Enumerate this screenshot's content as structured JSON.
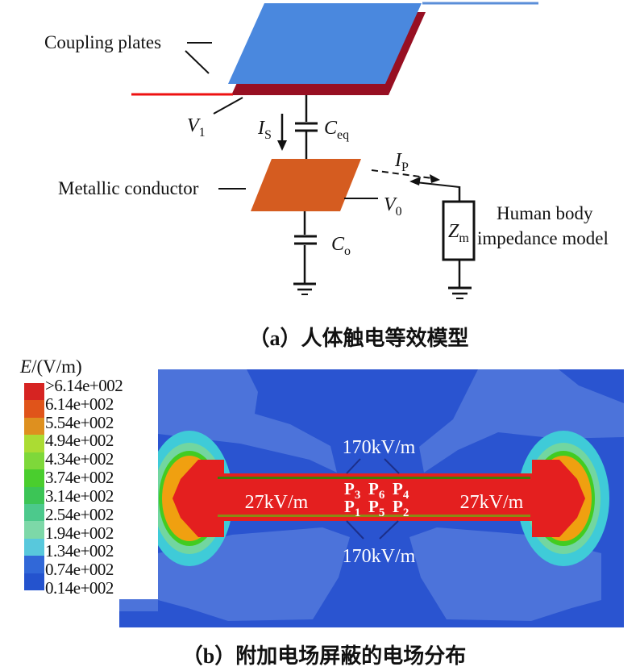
{
  "panel_a": {
    "caption": "（a）人体触电等效模型",
    "labels": {
      "coupling_plates": "Coupling plates",
      "metallic_conductor": "Metallic conductor",
      "human_body_1": "Human body",
      "human_body_2": "impedance model"
    },
    "symbols": {
      "v1": {
        "main": "V",
        "sub": "1"
      },
      "is": {
        "main": "I",
        "sub": "S"
      },
      "ceq": {
        "main": "C",
        "sub": "eq"
      },
      "v0": {
        "main": "V",
        "sub": "0"
      },
      "ip": {
        "main": "I",
        "sub": "P"
      },
      "co": {
        "main": "C",
        "sub": "o"
      },
      "zm": {
        "main": "Z",
        "sub": "m"
      }
    }
  },
  "panel_b": {
    "caption": "（b）附加电场屏蔽的电场分布",
    "legend": {
      "title_italic": "E",
      "title_rest": "/(V/m)",
      "entries": [
        {
          "label": ">6.14e+002",
          "color": "#d62422"
        },
        {
          "label": "6.14e+002",
          "color": "#e0541a"
        },
        {
          "label": "5.54e+002",
          "color": "#de901f"
        },
        {
          "label": "4.94e+002",
          "color": "#abdc33"
        },
        {
          "label": "4.34e+002",
          "color": "#7ed83a"
        },
        {
          "label": "3.74e+002",
          "color": "#4ace2e"
        },
        {
          "label": "3.14e+002",
          "color": "#3cc556"
        },
        {
          "label": "2.54e+002",
          "color": "#4cc98c"
        },
        {
          "label": "1.94e+002",
          "color": "#7dd8a8"
        },
        {
          "label": "1.34e+002",
          "color": "#58c8dc"
        },
        {
          "label": "0.74e+002",
          "color": "#3168d8"
        },
        {
          "label": "0.14e+002",
          "color": "#2453ce"
        }
      ]
    },
    "annotations": {
      "field_top": "170kV/m",
      "field_bottom": "170kV/m",
      "field_left": "27kV/m",
      "field_right": "27kV/m",
      "points_row1": [
        {
          "main": "P",
          "sub": "3"
        },
        {
          "main": "P",
          "sub": "6"
        },
        {
          "main": "P",
          "sub": "4"
        }
      ],
      "points_row2": [
        {
          "main": "P",
          "sub": "1"
        },
        {
          "main": "P",
          "sub": "5"
        },
        {
          "main": "P",
          "sub": "2"
        }
      ]
    },
    "map_colors": {
      "background": "#2a54d0",
      "background_light": "#4c73da",
      "hotspot_red": "#e41f1f",
      "ring_orange": "#f0a010",
      "ring_green": "#42cc21",
      "ring_pale_green": "#72d6a0",
      "ring_cyan": "#3fcbd8",
      "stripe_green": "#3f7d08",
      "stripe_olive": "#8a8a14",
      "leader_navy": "#1c2f8a"
    }
  }
}
